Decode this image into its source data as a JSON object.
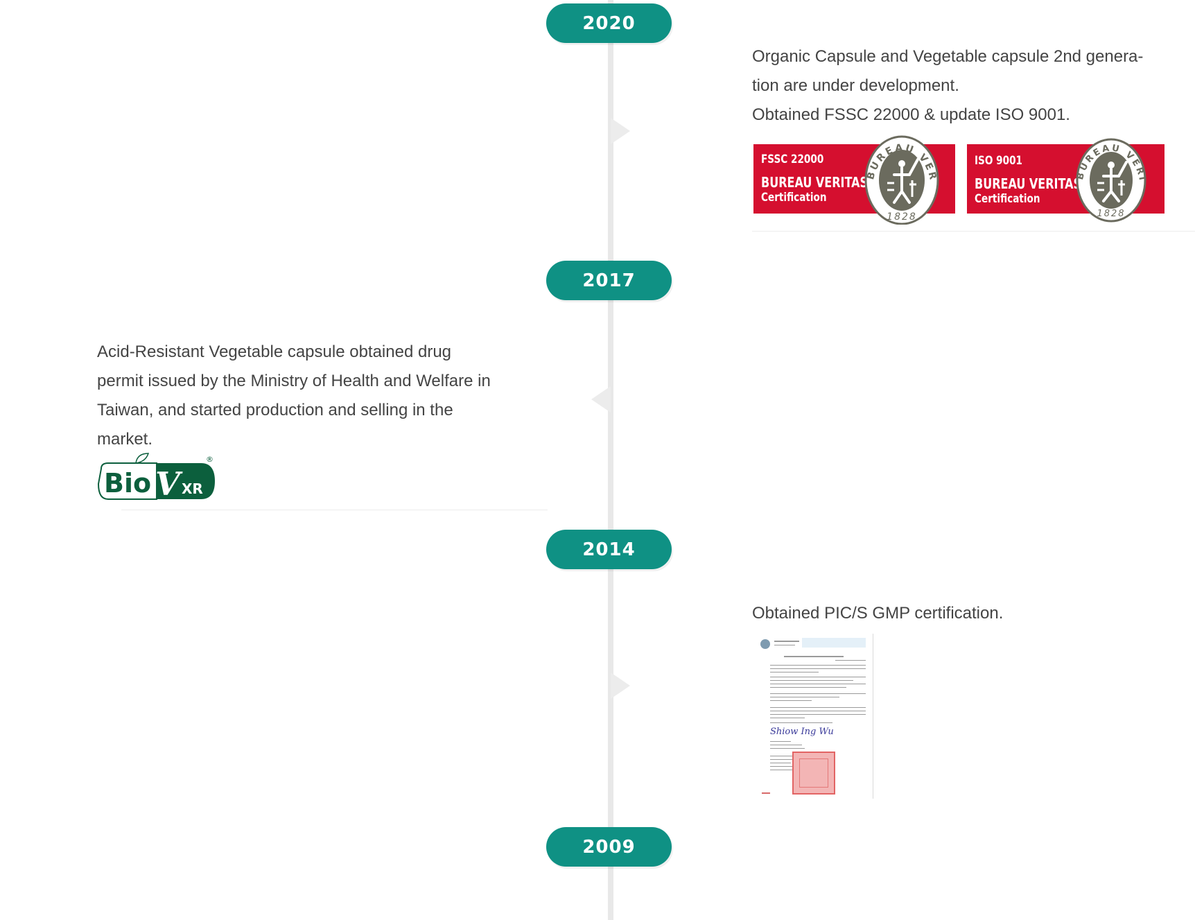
{
  "timeline": {
    "years": [
      "2020",
      "2017",
      "2014",
      "2009"
    ],
    "entries": [
      {
        "year": "2020",
        "lines": [
          "Organic Capsule and Vegetable capsule 2nd genera-",
          "tion are under development.",
          "Obtained FSSC 22000 & update ISO 9001."
        ],
        "badges": [
          {
            "standard": "FSSC 22000",
            "name": "BUREAU VERITAS",
            "cert": "Certification",
            "seal_arc": "BUREAU VERITAS",
            "seal_year": "1828"
          },
          {
            "standard": "ISO 9001",
            "name": "BUREAU VERITAS",
            "cert": "Certification",
            "seal_arc": "BUREAU VERITAS",
            "seal_year": "1828"
          }
        ]
      },
      {
        "year": "2017",
        "lines": [
          "Acid-Resistant Vegetable capsule obtained drug",
          "permit issued by the Ministry of Health and Welfare in",
          "Taiwan, and started production and selling in the",
          "market."
        ],
        "logo": {
          "bio": "Bio",
          "v": "V",
          "xr": "XR",
          "reg": "®"
        }
      },
      {
        "year": "2014",
        "lines": [
          "Obtained PIC/S GMP certification."
        ],
        "certificate": {
          "signature": "Shiow Ing Wu"
        }
      }
    ]
  },
  "colors": {
    "accent": "#0f9184",
    "badge_red": "#d50f2f",
    "seal_gray": "#6b6b5e",
    "logo_green": "#0c5f3d",
    "line": "#e8e8e8",
    "text": "#444444"
  },
  "icons": [
    "bureau-veritas-seal",
    "biovxr-logo",
    "gmp-certificate-document"
  ]
}
